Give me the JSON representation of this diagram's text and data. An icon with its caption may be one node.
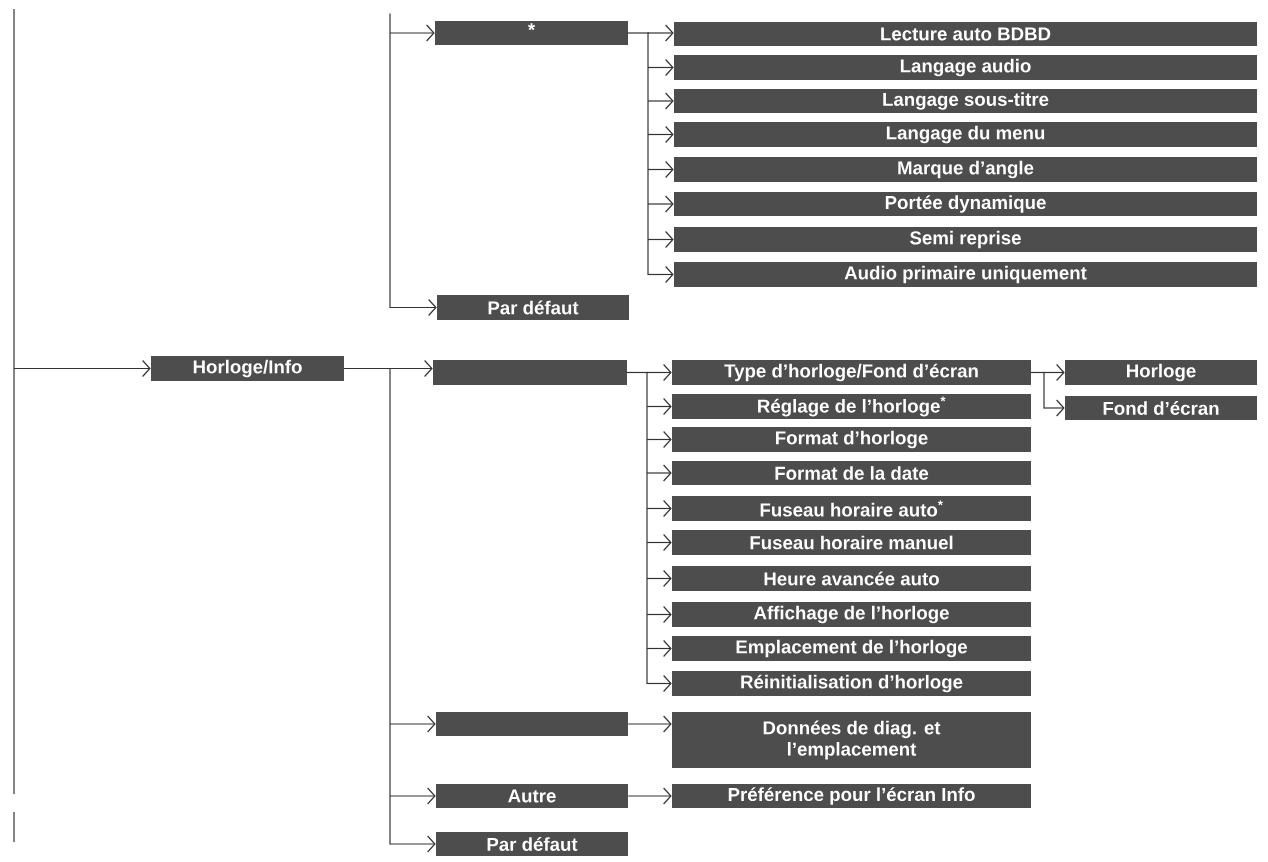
{
  "diagram": {
    "nodes": [
      {
        "text": [
          "*"
        ]
      },
      {
        "text": [
          "Lecture auto BDBD"
        ]
      },
      {
        "text": [
          "Langage audio"
        ]
      },
      {
        "text": [
          "Langage sous-titre"
        ]
      },
      {
        "text": [
          "Langage du menu"
        ]
      },
      {
        "text": [
          "Marque d’angle"
        ]
      },
      {
        "text": [
          "Portée dynamique"
        ]
      },
      {
        "text": [
          "Semi reprise"
        ]
      },
      {
        "text": [
          "Audio primaire uniquement"
        ]
      },
      {
        "text": [
          "Par défaut"
        ]
      },
      {
        "text": [
          "Horloge/Info"
        ]
      },
      {
        "text": [],
        "shape": "box"
      },
      {
        "text": [
          "Type d’horloge/Fond d’écran"
        ]
      },
      {
        "text": [
          "Horloge"
        ]
      },
      {
        "text": [
          "Fond d’écran"
        ]
      },
      {
        "text": [
          "Réglage de l’horloge$^{*}$"
        ]
      },
      {
        "text": [
          "Format d’horloge"
        ]
      },
      {
        "text": [
          "Format de la date"
        ]
      },
      {
        "text": [
          "Fuseau horaire auto$^{*}$"
        ]
      },
      {
        "text": [
          "Fuseau horaire manuel"
        ]
      },
      {
        "text": [
          "Heure avancée auto"
        ]
      },
      {
        "text": [
          "Affichage de l’horloge"
        ]
      },
      {
        "text": [
          "Emplacement de l’horloge"
        ]
      },
      {
        "text": [
          "Réinitialisation d’horloge"
        ]
      },
      {
        "text": [],
        "shape": "box"
      },
      {
        "text": [
          "Données de diag. et l’emplacement"
        ]
      },
      {
        "text": [
          "Autre"
        ]
      },
      {
        "text": [
          "Préférence pour l’écran Info"
        ]
      },
      {
        "text": [
          "Par défaut"
        ]
      }
    ],
    "edges": [
      {
        "from": null,
        "to": 0,
        "arrow": "to"
      },
      {
        "from": null,
        "to": 9,
        "arrow": "to"
      },
      {
        "from": 0,
        "to": 1,
        "arrow": "to"
      },
      {
        "from": 0,
        "to": 2,
        "arrow": "to"
      },
      {
        "from": 0,
        "to": 3,
        "arrow": "to"
      },
      {
        "from": 0,
        "to": 4,
        "arrow": "to"
      },
      {
        "from": 0,
        "to": 5,
        "arrow": "to"
      },
      {
        "from": 0,
        "to": 6,
        "arrow": "to"
      },
      {
        "from": 0,
        "to": 7,
        "arrow": "to"
      },
      {
        "from": 0,
        "to": 8,
        "arrow": "to"
      },
      {
        "from": null,
        "to": 10,
        "arrow": "to"
      },
      {
        "from": 10,
        "to": 11,
        "arrow": "to"
      },
      {
        "from": 10,
        "to": 24,
        "arrow": "to"
      },
      {
        "from": 10,
        "to": 26,
        "arrow": "to"
      },
      {
        "from": 10,
        "to": 28,
        "arrow": "to"
      },
      {
        "from": 11,
        "to": 12,
        "arrow": "to"
      },
      {
        "from": 11,
        "to": 15,
        "arrow": "to"
      },
      {
        "from": 11,
        "to": 16,
        "arrow": "to"
      },
      {
        "from": 11,
        "to": 17,
        "arrow": "to"
      },
      {
        "from": 11,
        "to": 18,
        "arrow": "to"
      },
      {
        "from": 11,
        "to": 19,
        "arrow": "to"
      },
      {
        "from": 11,
        "to": 20,
        "arrow": "to"
      },
      {
        "from": 11,
        "to": 21,
        "arrow": "to"
      },
      {
        "from": 11,
        "to": 22,
        "arrow": "to"
      },
      {
        "from": 11,
        "to": 23,
        "arrow": "to"
      },
      {
        "from": 12,
        "to": 13,
        "arrow": "to"
      },
      {
        "from": 12,
        "to": 14,
        "arrow": "to"
      },
      {
        "from": 24,
        "to": 25,
        "arrow": "to"
      },
      {
        "from": 26,
        "to": 27,
        "arrow": "to"
      }
    ]
  }
}
